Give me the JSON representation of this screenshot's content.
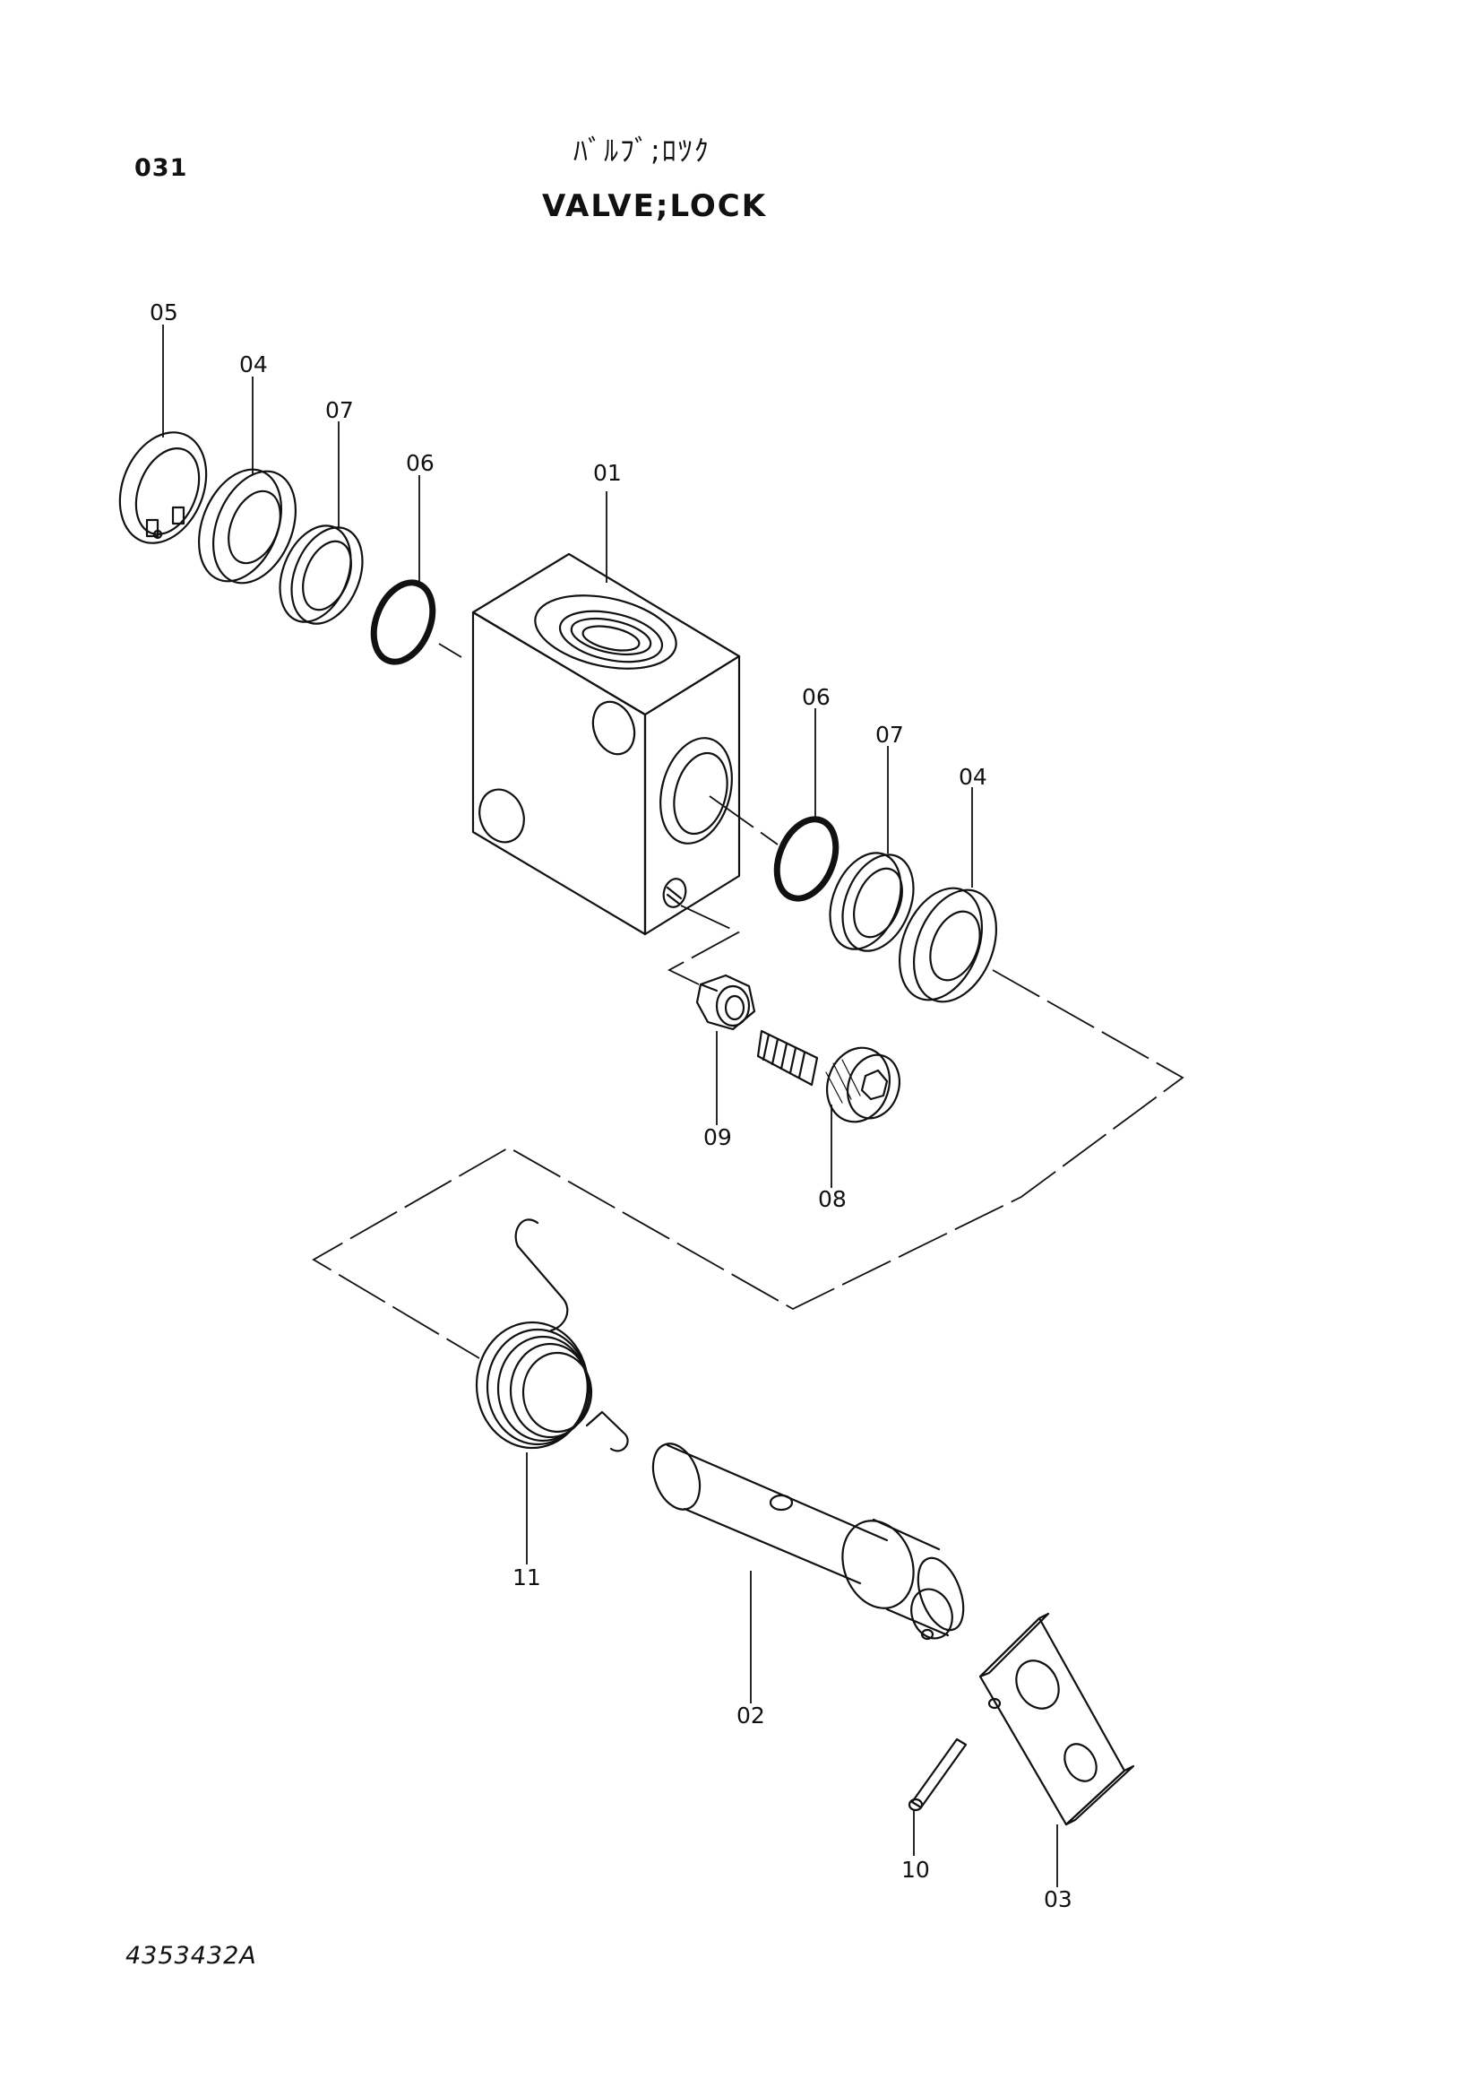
{
  "header": {
    "page_number": "031",
    "title_jp": "ﾊﾞﾙﾌﾞ;ﾛﾂｸ",
    "title_en": "VALVE;LOCK"
  },
  "footer": {
    "drawing_number": "4353432A"
  },
  "callouts": {
    "c05": "05",
    "c04a": "04",
    "c07a": "07",
    "c06a": "06",
    "c01": "01",
    "c06b": "06",
    "c07b": "07",
    "c04b": "04",
    "c09": "09",
    "c08": "08",
    "c11": "11",
    "c02": "02",
    "c10": "10",
    "c03": "03"
  }
}
